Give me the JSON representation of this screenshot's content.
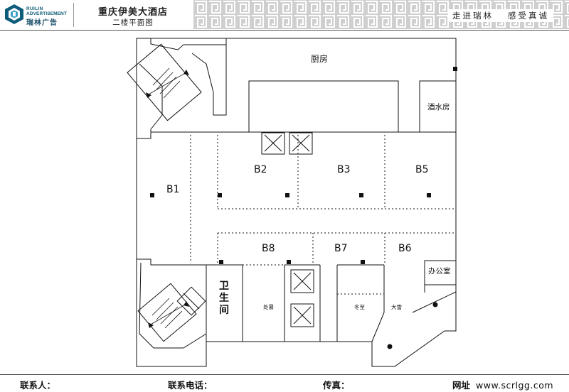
{
  "header": {
    "logo": {
      "line1": "RUILIN",
      "line2": "ADVERTISEMENT",
      "line3": "瑞林广告"
    },
    "title": "重庆伊美大酒店",
    "subtitle": "二楼平面图",
    "slogan": "走进瑞林   感受真诚"
  },
  "plan": {
    "rooms": {
      "kitchen": "厨房",
      "bar": "酒水房",
      "b1": "B1",
      "b2": "B2",
      "b3": "B3",
      "b5": "B5",
      "b6": "B6",
      "b7": "B7",
      "b8": "B8",
      "office": "办公室",
      "restroom": "卫生间",
      "chushu": "处暑",
      "dongzhi": "冬至",
      "daxue": "大雪"
    }
  },
  "footer": {
    "contact_label": "联系人：",
    "phone_label": "联系电话：",
    "fax_label": "传真：",
    "website_label": "网址",
    "website_url": "www.scrlgg.com"
  },
  "colors": {
    "brand": "#0d5c7a",
    "wall": "#111111",
    "pattern": "#9a9a9a"
  }
}
